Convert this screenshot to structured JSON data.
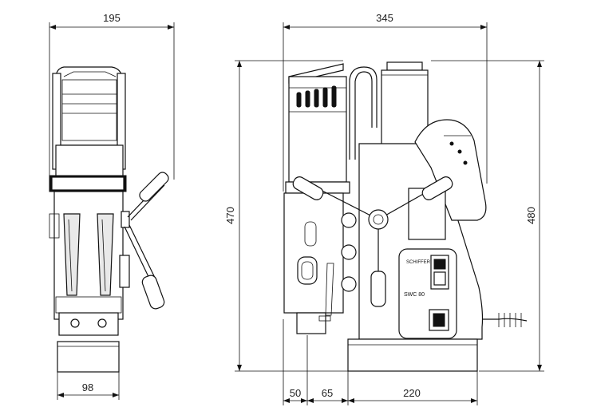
{
  "dimensions": {
    "side_width": "195",
    "overall_length": "345",
    "height_left": "470",
    "height_right": "480",
    "base_width_side": "98",
    "offset_a": "50",
    "offset_b": "65",
    "base_length": "220"
  },
  "labels": {
    "model": "SWC 80",
    "brand": "SCHIFFER"
  }
}
